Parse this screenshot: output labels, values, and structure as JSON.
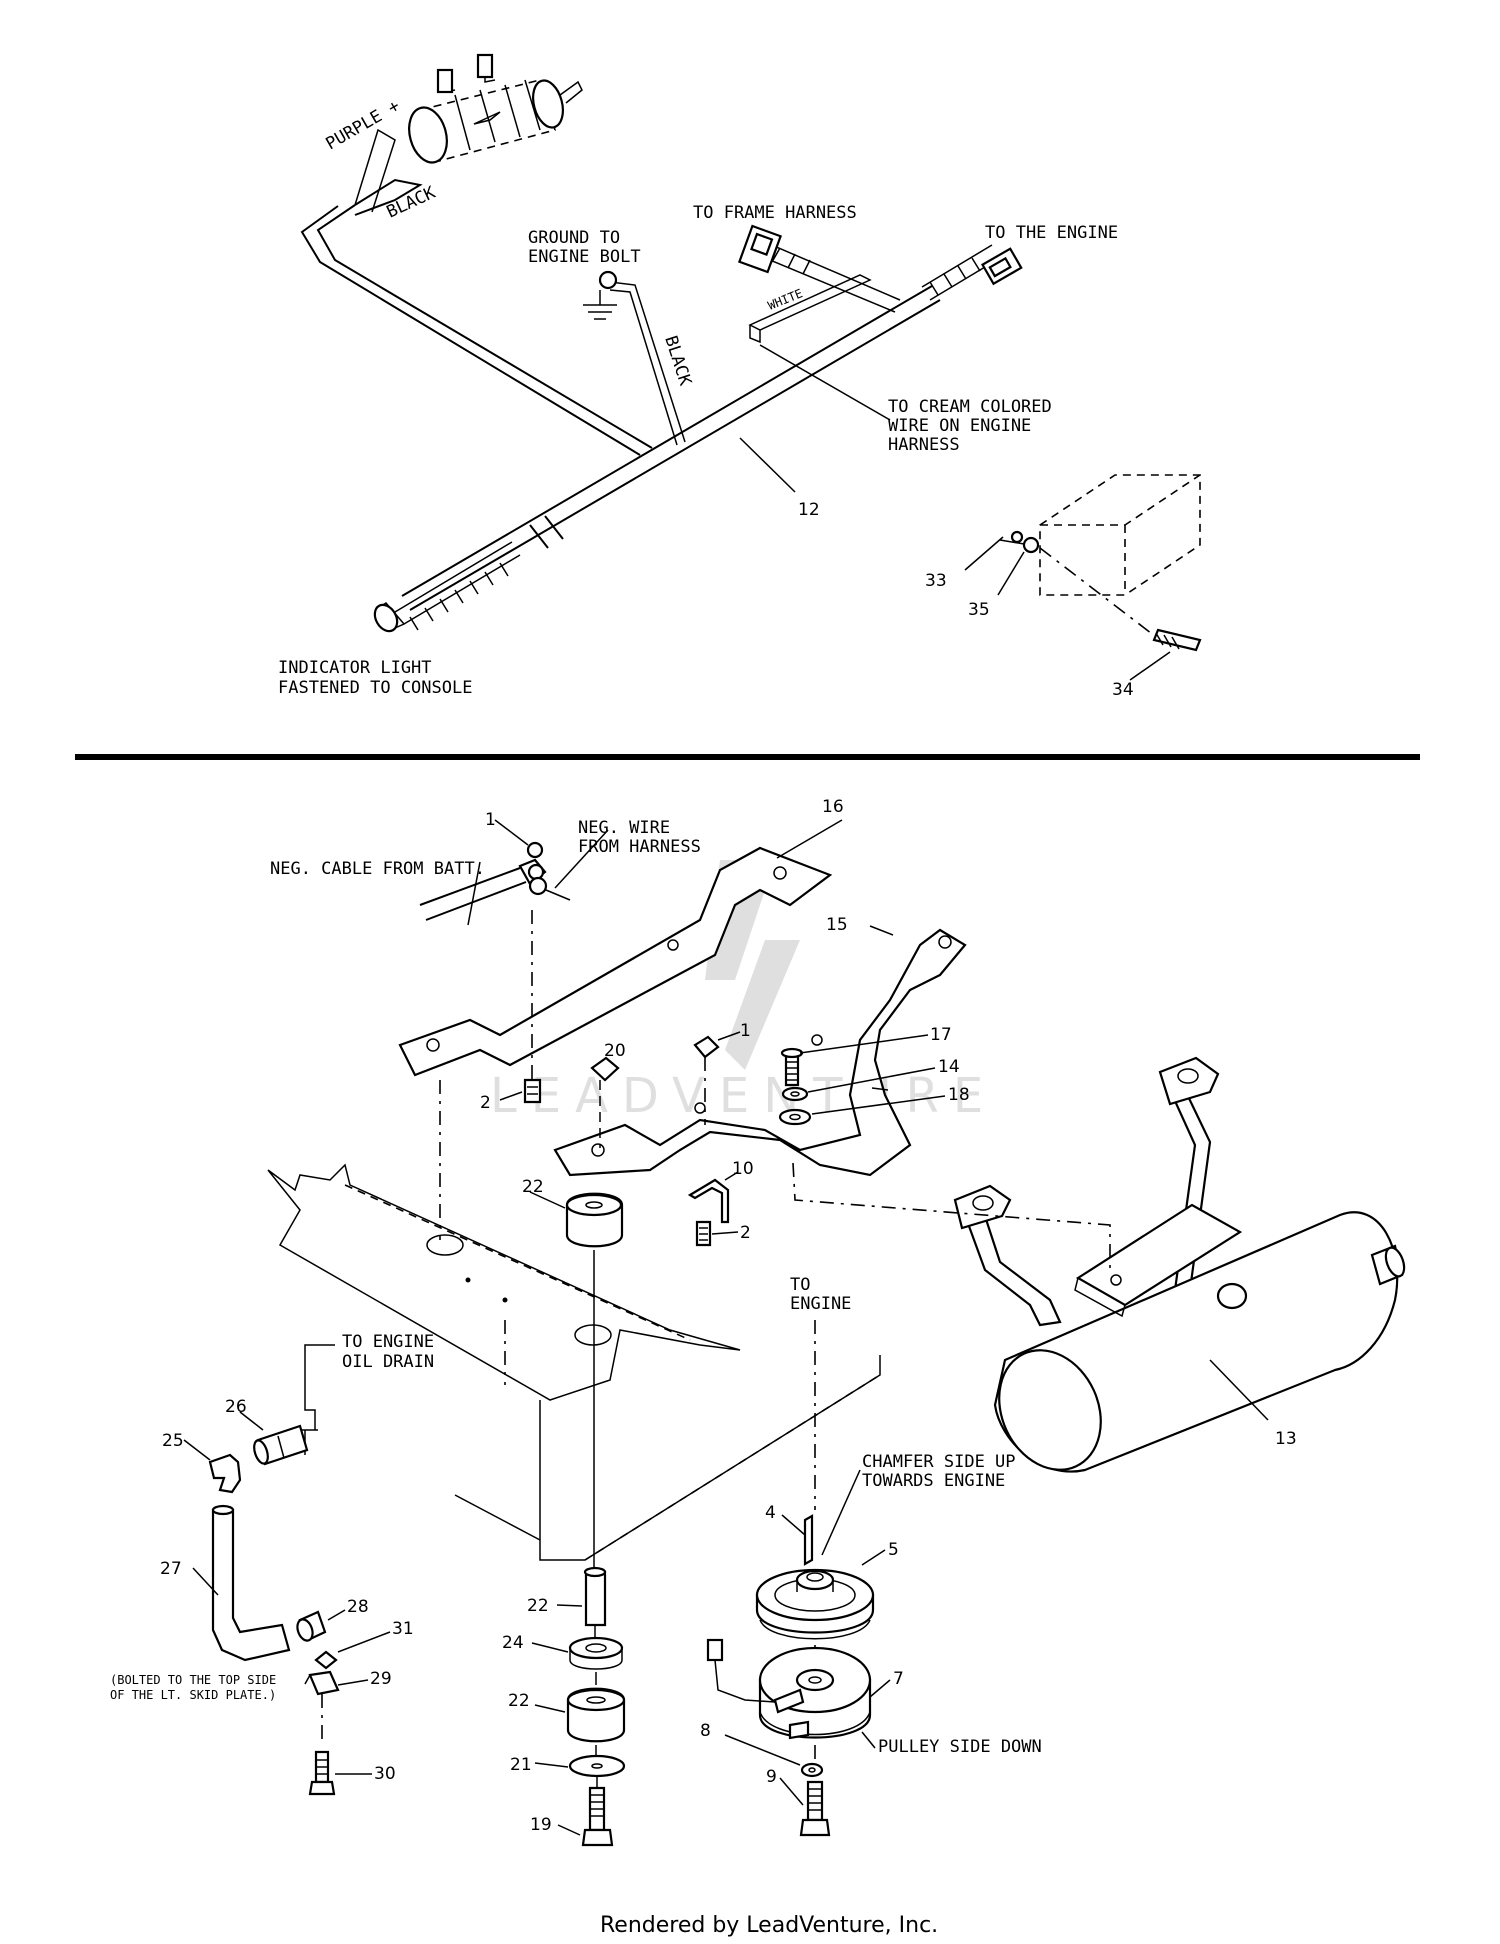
{
  "labels": {
    "purple": "PURPLE +",
    "black_top": "BLACK",
    "ground_1": "GROUND TO",
    "ground_2": "ENGINE BOLT",
    "black_wire": "BLACK",
    "frame_harness": "TO FRAME HARNESS",
    "to_engine_top": "TO THE ENGINE",
    "white": "WHITE",
    "cream_1": "TO CREAM COLORED",
    "cream_2": "WIRE ON ENGINE",
    "cream_3": "HARNESS",
    "indicator_1": "INDICATOR LIGHT",
    "indicator_2": "FASTENED TO CONSOLE",
    "neg_wire_1": "NEG. WIRE",
    "neg_wire_2": "FROM HARNESS",
    "neg_cable": "NEG. CABLE FROM BATT.",
    "oil_drain_1": "TO ENGINE",
    "oil_drain_2": "OIL DRAIN",
    "to_engine_1": "TO",
    "to_engine_2": "ENGINE",
    "chamfer_1": "CHAMFER SIDE UP",
    "chamfer_2": "TOWARDS ENGINE",
    "pulley_side": "PULLEY SIDE DOWN",
    "bolted_1": "(BOLTED TO THE TOP SIDE",
    "bolted_2": "OF THE LT. SKID PLATE.)"
  },
  "callouts": {
    "p12": "12",
    "p33": "33",
    "p35": "35",
    "p34": "34",
    "p1a": "1",
    "p16": "16",
    "p15": "15",
    "p2a": "2",
    "p20": "20",
    "p1b": "1",
    "p17": "17",
    "p14": "14",
    "p18": "18",
    "p10": "10",
    "p22a": "22",
    "p2b": "2",
    "p26": "26",
    "p25": "25",
    "p13": "13",
    "p4": "4",
    "p5": "5",
    "p27": "27",
    "p28": "28",
    "p22b": "22",
    "p31": "31",
    "p24": "24",
    "p29": "29",
    "p7": "7",
    "p22c": "22",
    "p30": "30",
    "p8": "8",
    "p21": "21",
    "p9": "9",
    "p19": "19"
  },
  "watermark": "LEADVENTURE",
  "footer": "Rendered by LeadVenture, Inc."
}
